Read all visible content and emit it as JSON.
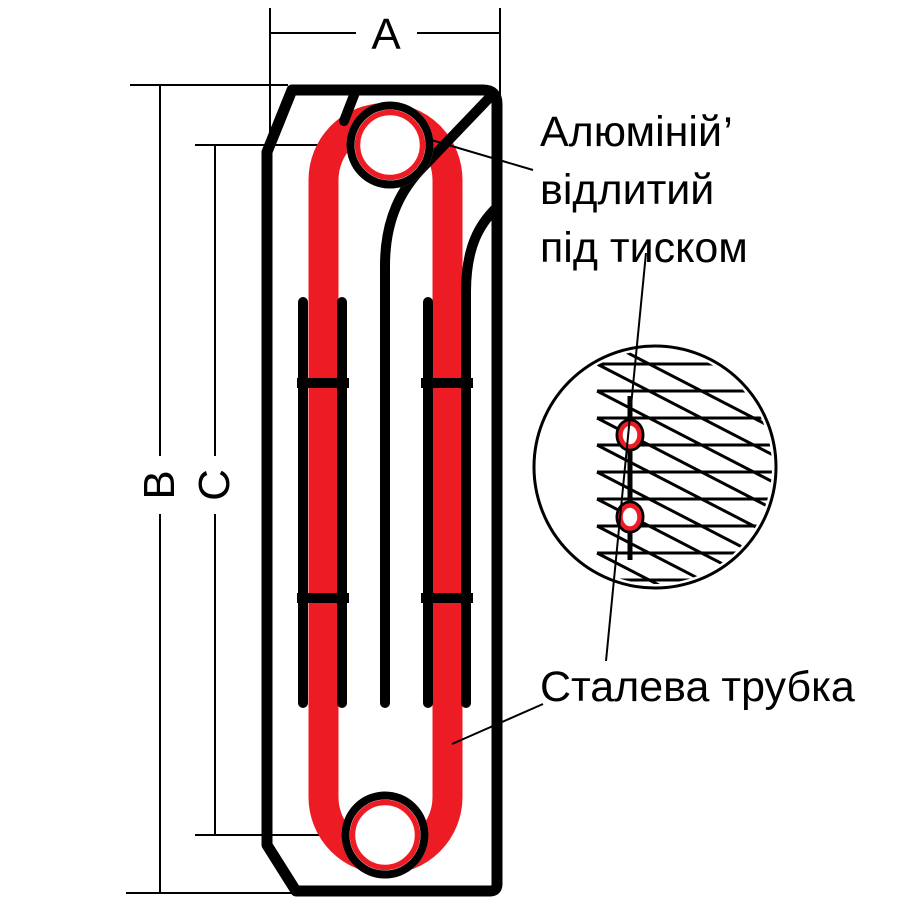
{
  "dimensions": {
    "width_label": "A",
    "height_label": "B",
    "inner_height_label": "C"
  },
  "annotations": {
    "aluminum": {
      "line1": "Алюміній",
      "line1_mark": ",",
      "line2": "відлитий",
      "line3": "під тиском"
    },
    "steel_tube": "Сталева трубка"
  },
  "colors": {
    "red": "#ED1C24",
    "line": "#000000",
    "background": "#FFFFFF"
  }
}
